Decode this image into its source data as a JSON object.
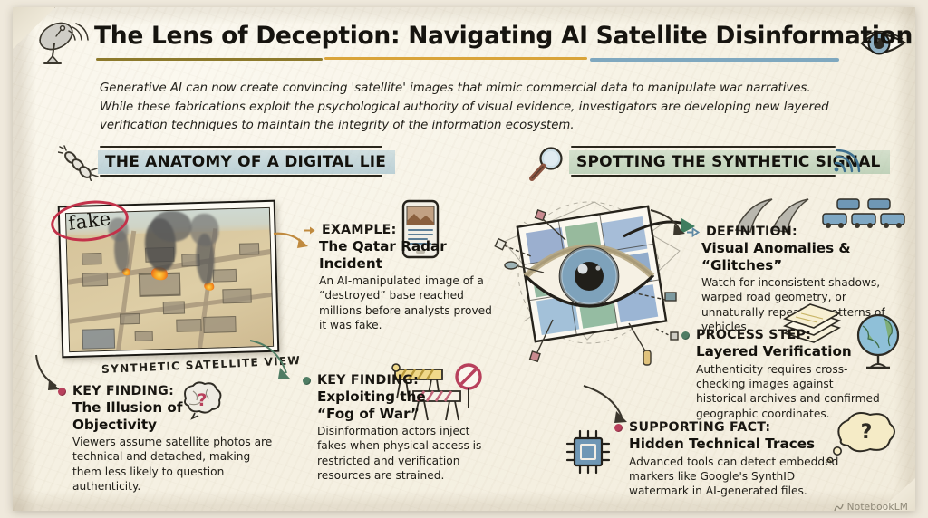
{
  "header": {
    "title": "The Lens of Deception: Navigating AI Satellite Disinformation",
    "subtitle": "Generative AI can now create convincing 'satellite' images that mimic commercial data to manipulate war narratives. While these fabrications exploit the psychological authority of visual evidence, investigators are developing new layered verification techniques to maintain the integrity of the information ecosystem.",
    "dish_icon": "satellite-dish-icon",
    "eye_icon": "eye-icon"
  },
  "sections": {
    "left": {
      "banner": "THE ANATOMY OF A DIGITAL LIE",
      "banner_icon": "broken-chain-icon",
      "banner_color": "#9cc0ce"
    },
    "right": {
      "banner": "SPOTTING THE SYNTHETIC SIGNAL",
      "banner_icon": "magnifying-glass-icon",
      "trailing_icon": "signal-waves-icon",
      "banner_color": "#a9c9a9"
    }
  },
  "satellite_card": {
    "stamp": "fake",
    "stamp_color": "#c3324a",
    "caption": "SYNTHETIC SATELLITE VIEW",
    "alt": "illustrated aerial view of a burning military base with smoke plumes"
  },
  "blocks": [
    {
      "id": "example",
      "kicker": "EXAMPLE:",
      "headline": "The Qatar Radar Incident",
      "body": "An AI-manipulated image of a “destroyed” base reached millions before analysts proved it was fake.",
      "marker": "arrow",
      "marker_color": "#c08a3e",
      "icon": "smartphone-news-icon"
    },
    {
      "id": "illusion-objectivity",
      "kicker": "KEY FINDING:",
      "headline": "The Illusion of Objectivity",
      "body": "Viewers assume satellite photos are technical and detached, making them less likely to question authenticity.",
      "marker": "dot",
      "marker_color": "#b8405c",
      "icon": "brain-question-icon"
    },
    {
      "id": "fog-of-war",
      "kicker": "KEY FINDING:",
      "headline": "Exploiting the “Fog of War”",
      "body": "Disinformation actors inject fakes when physical access is restricted and verification resources are strained.",
      "marker": "dot",
      "marker_color": "#4f7d64",
      "icon": "road-barrier-no-entry-icon"
    },
    {
      "id": "visual-anomalies",
      "kicker": "DEFINITION:",
      "headline": "Visual Anomalies & “Glitches”",
      "body": "Watch for inconsistent shadows, warped road geometry, or unnaturally repeating patterns of vehicles.",
      "marker": "arrow",
      "marker_color": "#5d88a3",
      "icon": "warped-road-vehicles-icon"
    },
    {
      "id": "layered-verification",
      "kicker": "PROCESS STEP:",
      "headline": "Layered Verification",
      "body": "Authenticity requires cross-checking images against historical archives and confirmed geographic coordinates.",
      "marker": "dot",
      "marker_color": "#4f7d64",
      "icon": "stacked-layers-icon",
      "icon2": "globe-icon"
    },
    {
      "id": "hidden-traces",
      "kicker": "SUPPORTING FACT:",
      "headline": "Hidden Technical Traces",
      "body": "Advanced tools can detect embedded markers like Google's SynthID watermark in AI-generated files.",
      "marker": "dot",
      "marker_color": "#b8405c",
      "icon": "microchip-icon",
      "icon2": "thought-bubble-question-icon"
    }
  ],
  "center_illustration": {
    "name": "eye-over-satellite-map-icon",
    "alt": "large human eye superimposed on a tilted satellite map tile with analysis callout lines"
  },
  "watermark": {
    "label": "NotebookLM",
    "icon": "notebooklm-icon"
  },
  "palette": {
    "paper": "#f7f3e6",
    "ink": "#14120d",
    "blue_banner": "#9cc0ce",
    "green_banner": "#a9c9a9",
    "red_accent": "#b8405c",
    "gold_rule": "#d9a43a"
  }
}
